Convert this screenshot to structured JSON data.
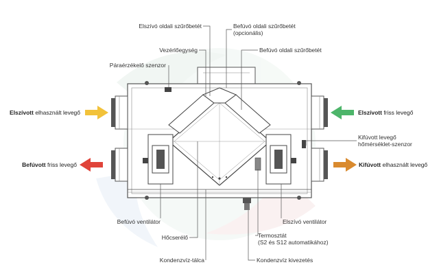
{
  "labels": {
    "elszivo_szuro": "Elszívó oldali szűrőbetét",
    "befuvo_szuro_opc_1": "Befúvó oldali szűrőbetét",
    "befuvo_szuro_opc_2": "(opcionális)",
    "vezerloegyseg": "Vezérlőegység",
    "befuvo_szuro": "Befúvó oldali szűrőbetét",
    "paraerzekelo": "Páraérzékelő szenzor",
    "kifuvott_homerseklet_1": "Kifúvott levegő",
    "kifuvott_homerseklet_2": "hőmérséklet-szenzor",
    "befuvo_ventilator": "Befúvó ventilátor",
    "elszivo_ventilator": "Elszívó ventilátor",
    "hocserelo": "Hőcserélő",
    "termosztat_1": "Termosztát",
    "termosztat_2": "(S2 és S12 automatikához)",
    "kondenzviz_talca": "Kondenzvíz-tálca",
    "kondenzviz_kivezetes": "Kondenzvíz kivezetés"
  },
  "side_labels": {
    "elszivott_bold": "Elszívott",
    "elszivott_rest": " elhasznált levegő",
    "befuvott_bold": "Befúvott",
    "befuvott_rest": " friss levegő",
    "elszivott_friss_bold": "Elszívott",
    "elszivott_friss_rest": " friss levegő",
    "kifuvott_bold": "Kifúvott",
    "kifuvott_rest": " elhasznált levegő"
  },
  "colors": {
    "arrow_yellow": "#f2c23a",
    "arrow_red": "#e0443a",
    "arrow_green": "#4db56a",
    "arrow_orange": "#d98a2e",
    "line": "#555555",
    "watermark": "#e9f2ee"
  }
}
